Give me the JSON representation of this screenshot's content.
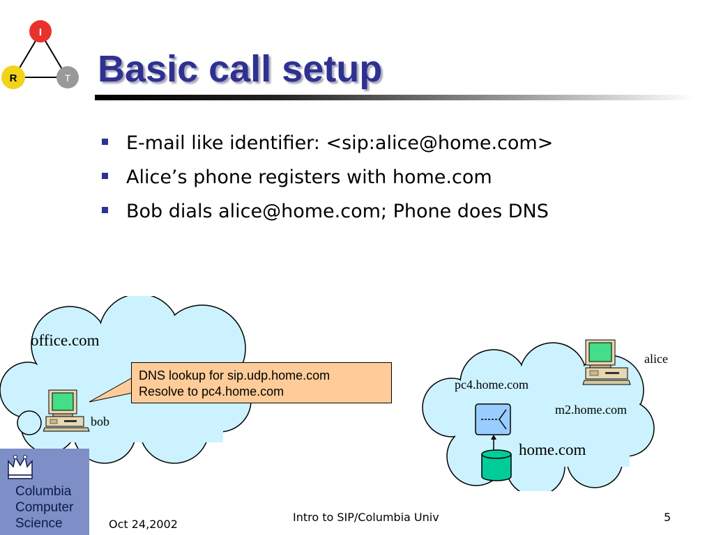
{
  "slide": {
    "title": "Basic call setup",
    "bullets": [
      "E-mail like identifier: <sip:alice@home.com>",
      "Alice’s phone registers with home.com",
      "Bob dials alice@home.com; Phone does DNS"
    ]
  },
  "corner_logo": {
    "nodes": [
      "I",
      "R",
      "T"
    ],
    "colors": {
      "I": "#e8322c",
      "R": "#f2d31a",
      "T": "#999999"
    }
  },
  "diagram": {
    "left_cloud": {
      "label": "office.com",
      "host_label": "bob"
    },
    "callout": {
      "line1": "DNS lookup for sip.udp.home.com",
      "line2": "Resolve to pc4.home.com"
    },
    "right_cloud": {
      "domain_label": "home.com",
      "server_label": "pc4.home.com",
      "host_label": "m2.home.com",
      "user_label": "alice"
    },
    "colors": {
      "cloud_fill": "#ccf2ff",
      "callout_fill": "#ffcc99",
      "database": "#00cc99",
      "server": "#99ccff"
    }
  },
  "footer": {
    "date": "Oct 24,2002",
    "center": "Intro to SIP/Columbia Univ",
    "page": "5"
  },
  "university_logo": {
    "lines": [
      "Columbia",
      "Computer",
      "Science"
    ],
    "color": "#7d8fc6"
  }
}
